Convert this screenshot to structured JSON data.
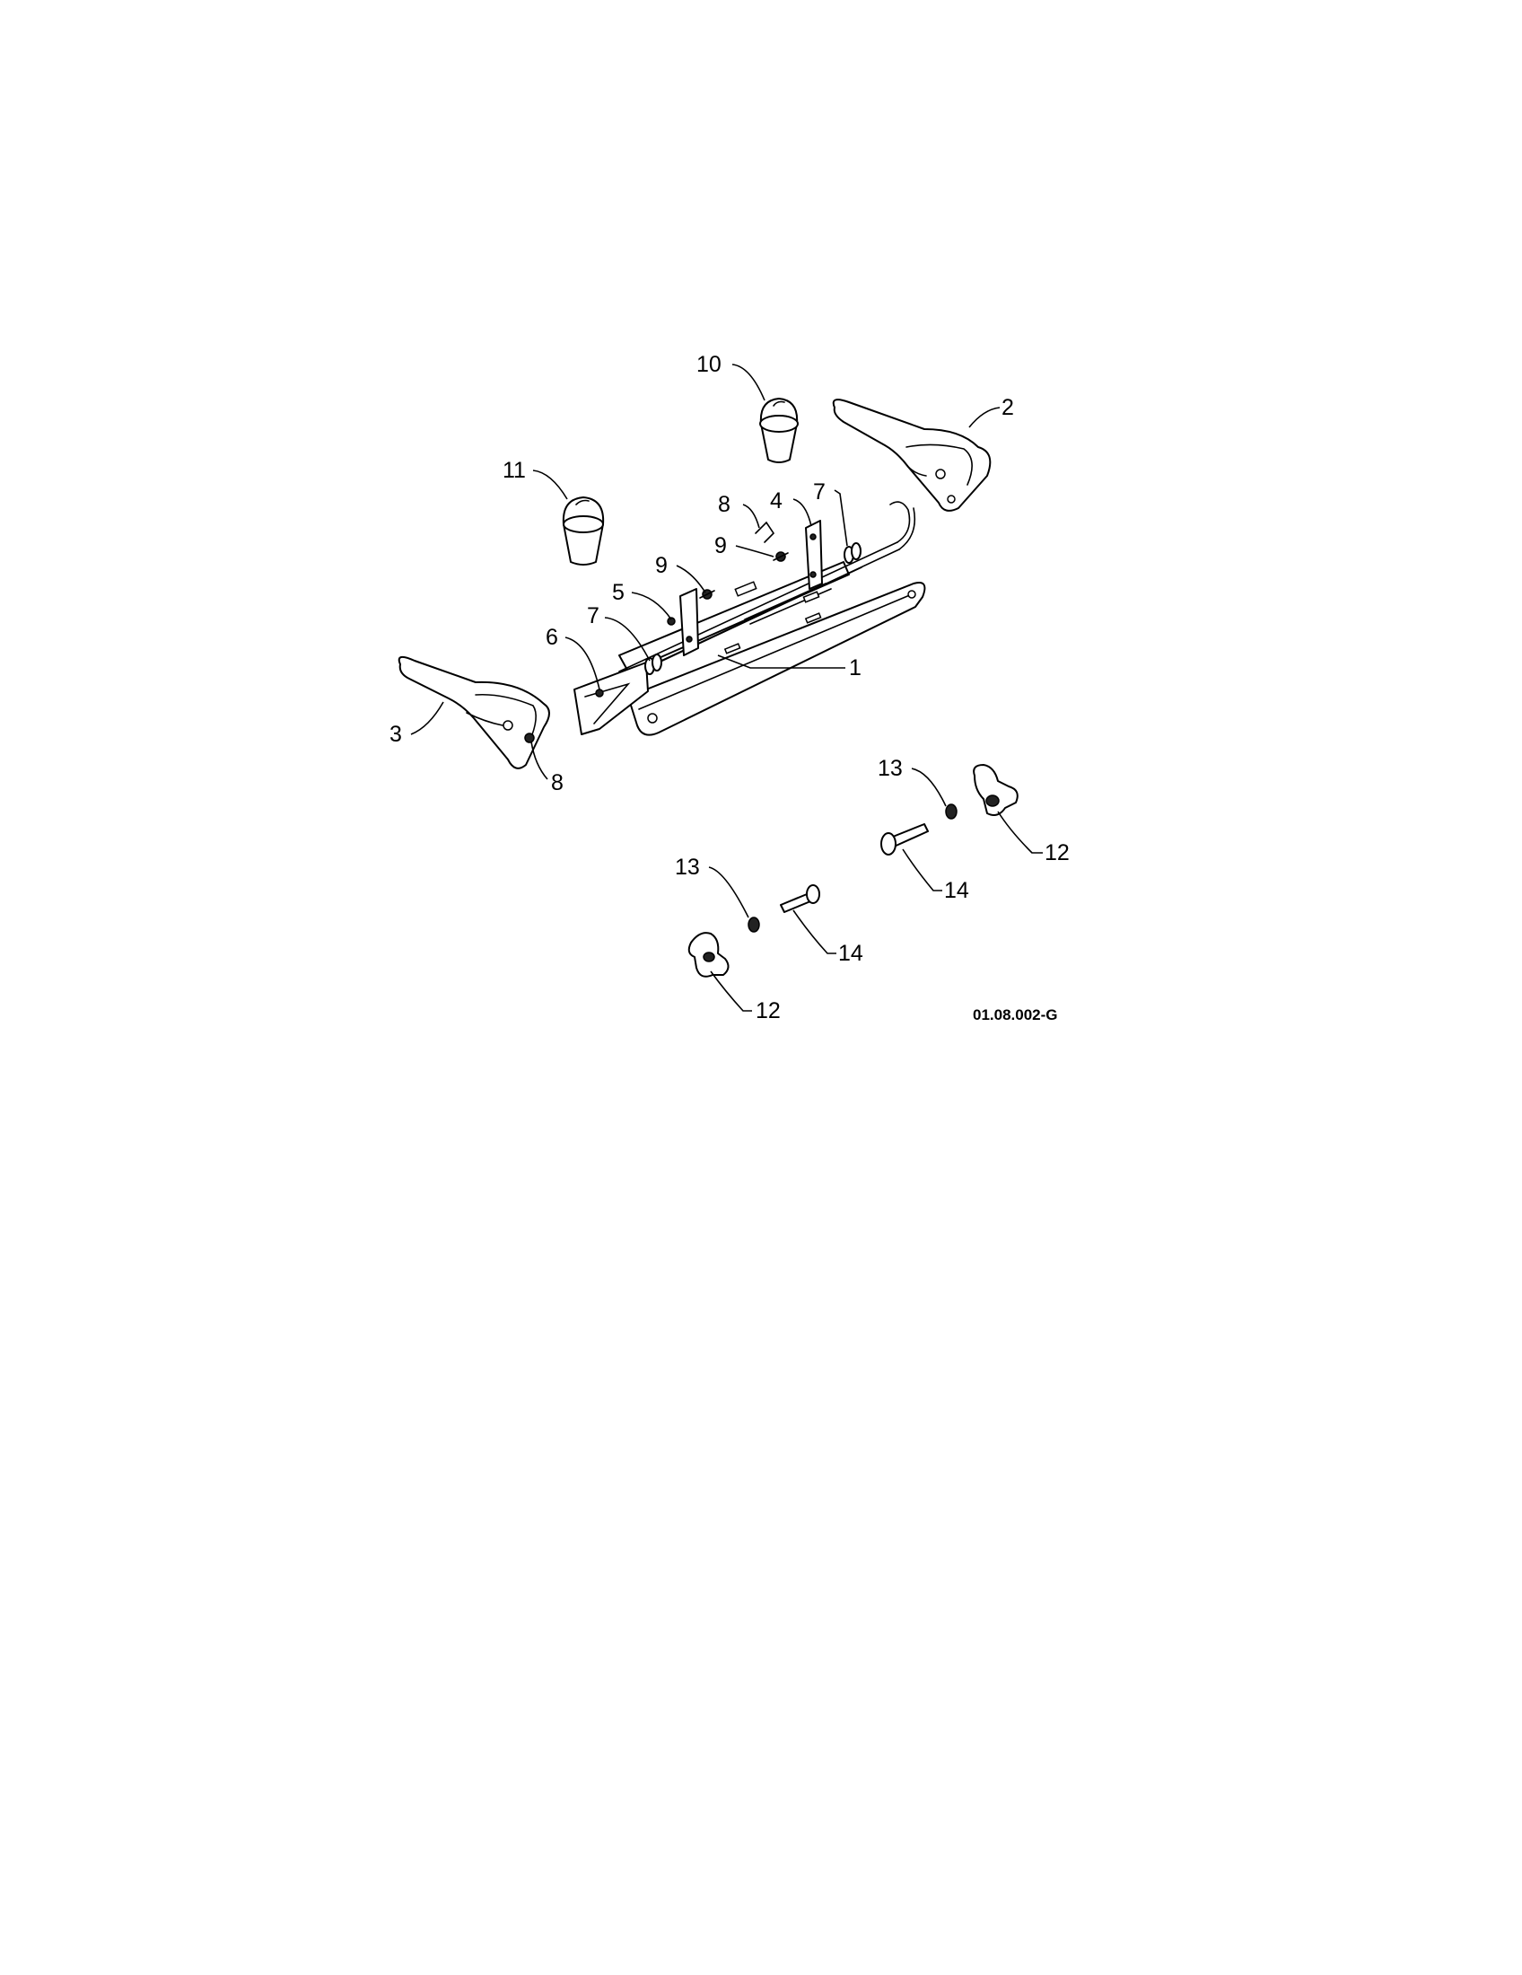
{
  "diagram": {
    "figure_id": "01.08.002-G",
    "callouts": [
      {
        "key": "c1",
        "text": "1"
      },
      {
        "key": "c2",
        "text": "2"
      },
      {
        "key": "c3",
        "text": "3"
      },
      {
        "key": "c4",
        "text": "4"
      },
      {
        "key": "c5",
        "text": "5"
      },
      {
        "key": "c6",
        "text": "6"
      },
      {
        "key": "c7a",
        "text": "7"
      },
      {
        "key": "c7b",
        "text": "7"
      },
      {
        "key": "c8a",
        "text": "8"
      },
      {
        "key": "c8b",
        "text": "8"
      },
      {
        "key": "c9a",
        "text": "9"
      },
      {
        "key": "c9b",
        "text": "9"
      },
      {
        "key": "c10",
        "text": "10"
      },
      {
        "key": "c11",
        "text": "11"
      },
      {
        "key": "c12a",
        "text": "12"
      },
      {
        "key": "c12b",
        "text": "12"
      },
      {
        "key": "c13a",
        "text": "13"
      },
      {
        "key": "c13b",
        "text": "13"
      },
      {
        "key": "c14a",
        "text": "14"
      },
      {
        "key": "c14b",
        "text": "14"
      }
    ]
  }
}
